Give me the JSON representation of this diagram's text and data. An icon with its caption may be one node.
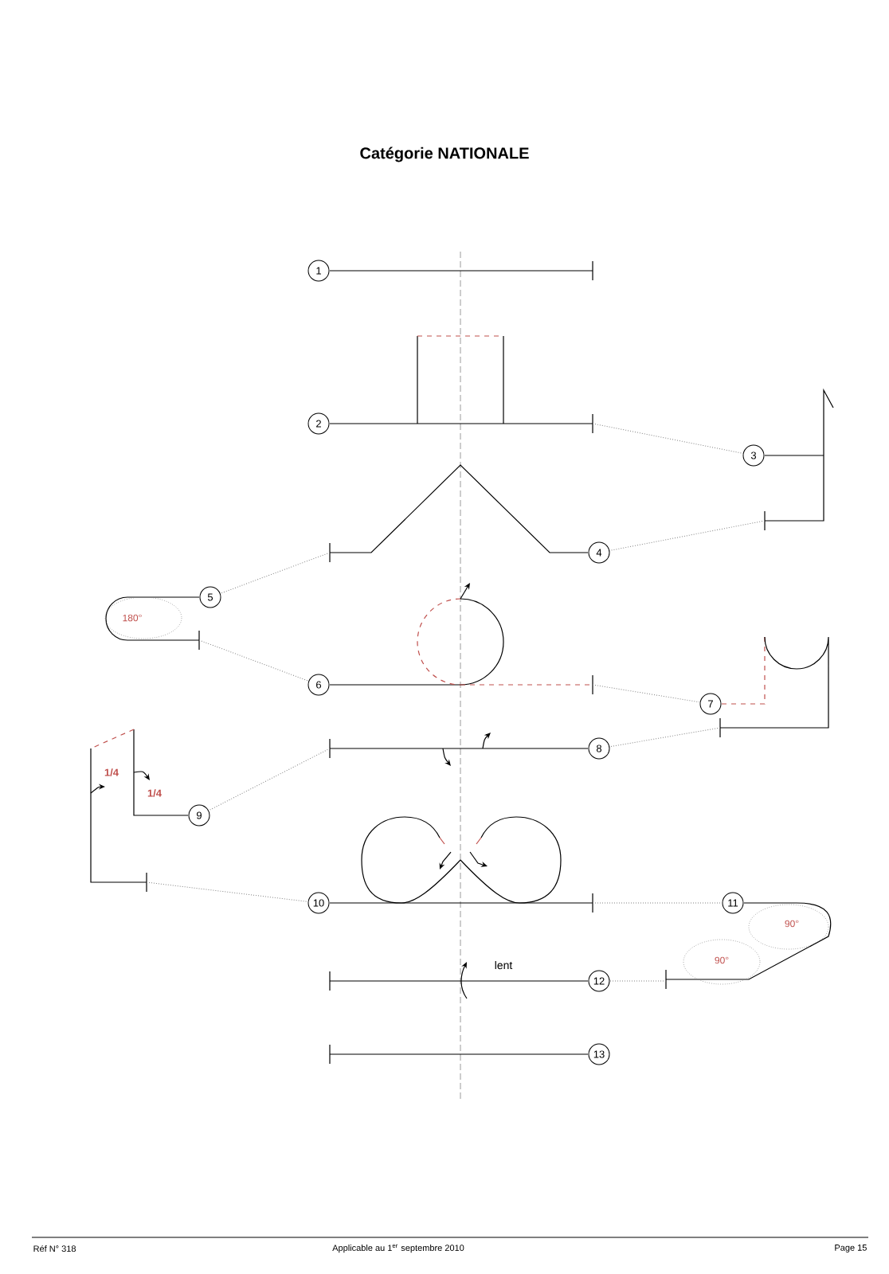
{
  "diagram": {
    "title": "Catégorie NATIONALE",
    "nodes": [
      {
        "text": [
          "1"
        ]
      },
      {
        "text": [
          "2"
        ]
      },
      {
        "text": [
          "3"
        ]
      },
      {
        "text": [
          "4"
        ]
      },
      {
        "text": [
          "5"
        ]
      },
      {
        "text": [
          "6"
        ]
      },
      {
        "text": [
          "7"
        ]
      },
      {
        "text": [
          "8"
        ]
      },
      {
        "text": [
          "9"
        ]
      },
      {
        "text": [
          "10"
        ]
      },
      {
        "text": [
          "11"
        ]
      },
      {
        "text": [
          "12"
        ]
      },
      {
        "text": [
          "13"
        ]
      }
    ],
    "edges": [
      {
        "from": 1,
        "to": 2,
        "arrow": "none",
        "style": "dashed"
      },
      {
        "from": 2,
        "to": 3,
        "arrow": "none",
        "style": "dashed"
      },
      {
        "from": 3,
        "to": 4,
        "arrow": "none",
        "style": "dashed"
      },
      {
        "from": 4,
        "to": 5,
        "arrow": "none",
        "style": "dashed"
      },
      {
        "from": 5,
        "to": 6,
        "arrow": "none",
        "style": "dashed"
      },
      {
        "from": 6,
        "to": 7,
        "arrow": "none",
        "style": "dashed"
      },
      {
        "from": 7,
        "to": 8,
        "arrow": "none",
        "style": "dashed"
      },
      {
        "from": 8,
        "to": 9,
        "arrow": "none",
        "style": "dashed"
      },
      {
        "from": 9,
        "to": 10,
        "arrow": "none",
        "style": "dashed"
      },
      {
        "from": 10,
        "to": 11,
        "arrow": "none",
        "style": "dashed"
      }
    ],
    "labels": [
      "180°",
      "1/4",
      "1/4",
      "lent",
      "90°",
      "90°",
      "Réf N° 318",
      "Applicable au 1$^{er}$ septembre 2010",
      "Page 15"
    ]
  }
}
